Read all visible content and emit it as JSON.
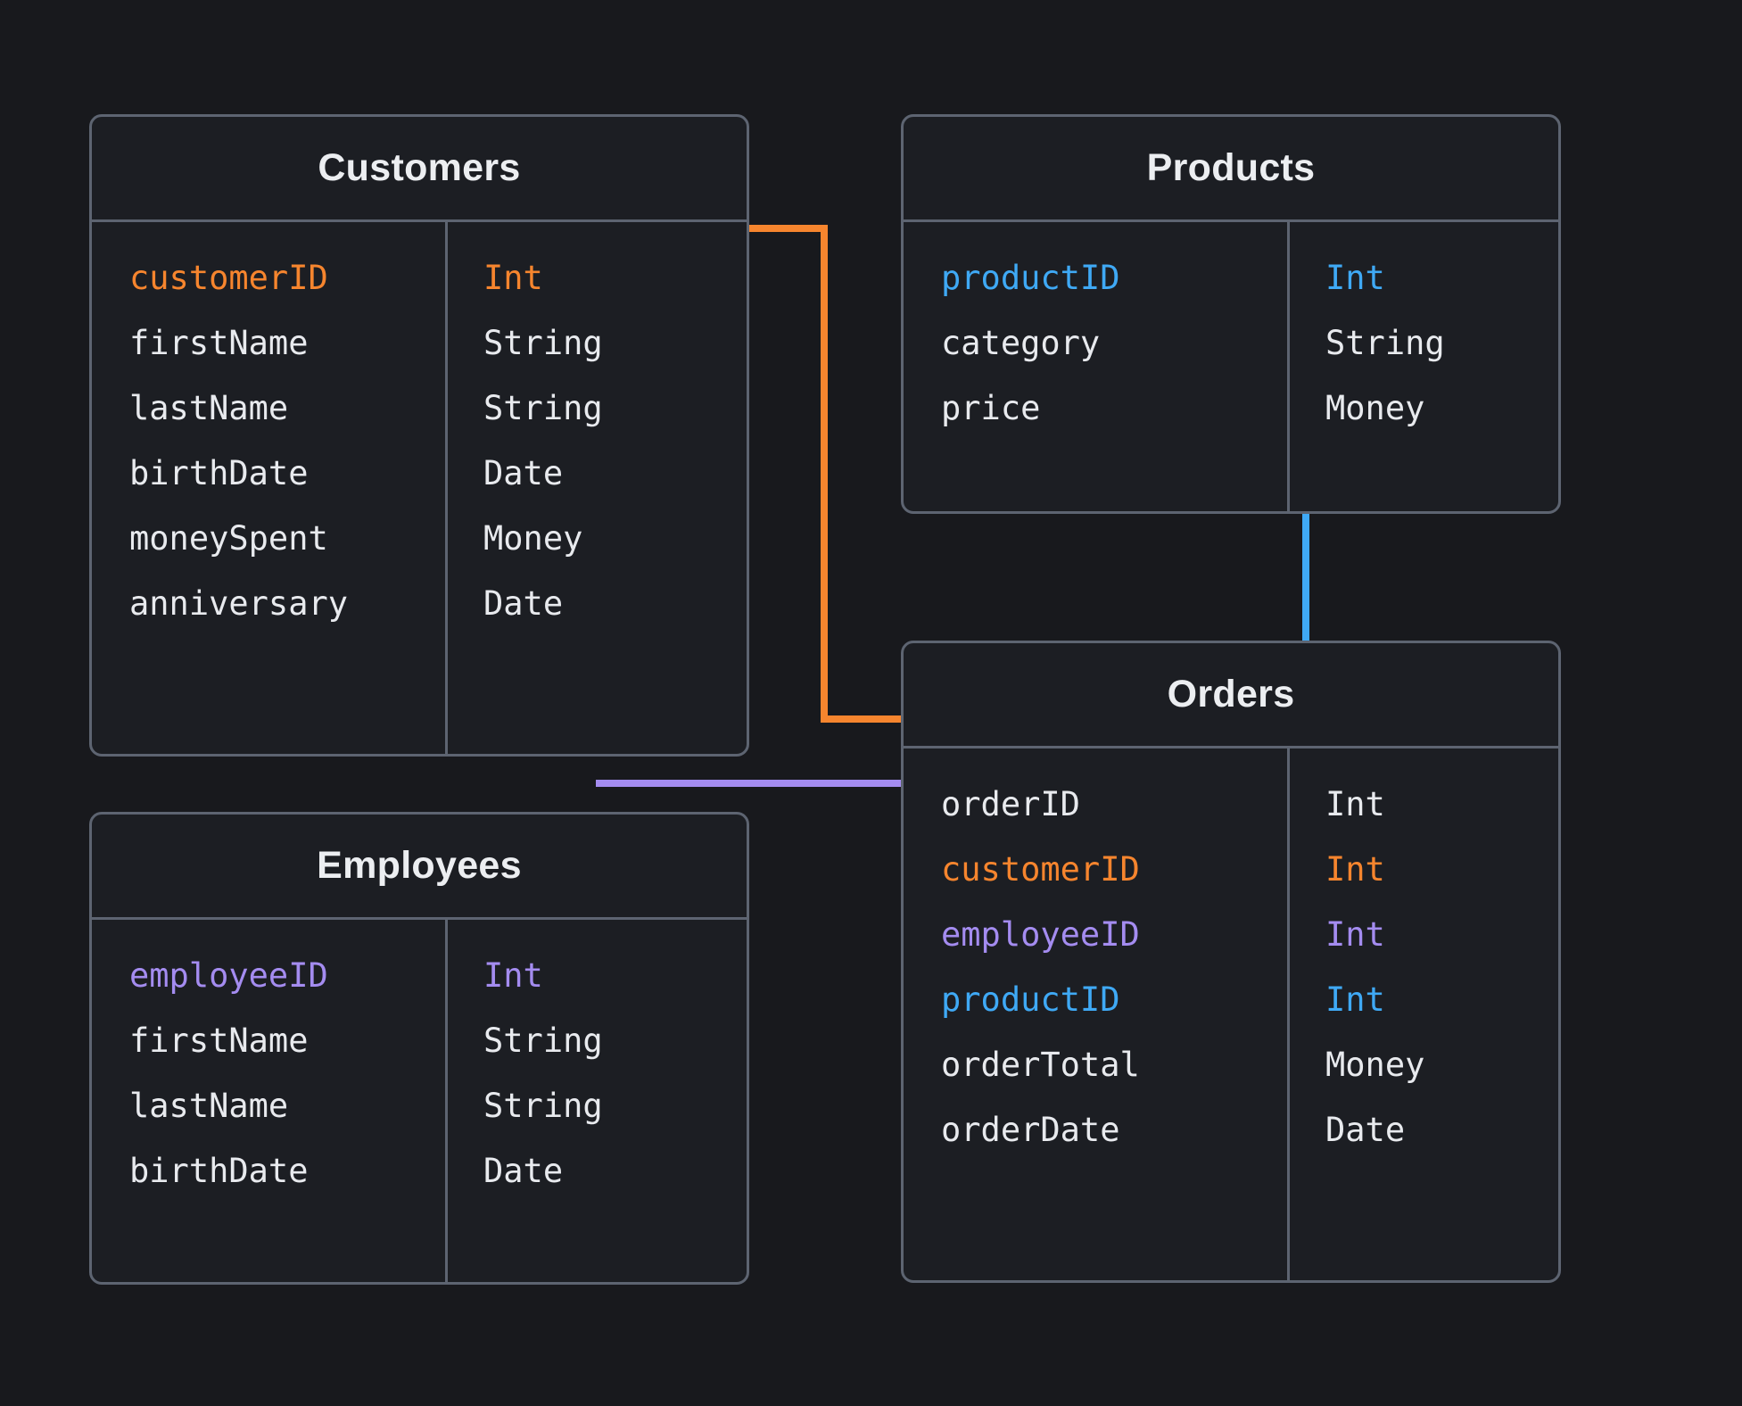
{
  "diagram": {
    "kind": "entity-relationship-diagram",
    "background_color": "#18191d",
    "border_color": "#5d6471",
    "text_color": "#e8eaee"
  },
  "key_colors": {
    "orange": "#f6852e",
    "blue": "#3fa9f5",
    "purple": "#a48cf0"
  },
  "entities": {
    "customers": {
      "title": "Customers",
      "fields": [
        {
          "name": "customerID",
          "type": "Int",
          "key": "orange"
        },
        {
          "name": "firstName",
          "type": "String",
          "key": "none"
        },
        {
          "name": "lastName",
          "type": "String",
          "key": "none"
        },
        {
          "name": "birthDate",
          "type": "Date",
          "key": "none"
        },
        {
          "name": "moneySpent",
          "type": "Money",
          "key": "none"
        },
        {
          "name": "anniversary",
          "type": "Date",
          "key": "none"
        }
      ]
    },
    "employees": {
      "title": "Employees",
      "fields": [
        {
          "name": "employeeID",
          "type": "Int",
          "key": "purple"
        },
        {
          "name": "firstName",
          "type": "String",
          "key": "none"
        },
        {
          "name": "lastName",
          "type": "String",
          "key": "none"
        },
        {
          "name": "birthDate",
          "type": "Date",
          "key": "none"
        }
      ]
    },
    "products": {
      "title": "Products",
      "fields": [
        {
          "name": "productID",
          "type": "Int",
          "key": "blue"
        },
        {
          "name": "category",
          "type": "String",
          "key": "none"
        },
        {
          "name": "price",
          "type": "Money",
          "key": "none"
        }
      ]
    },
    "orders": {
      "title": "Orders",
      "fields": [
        {
          "name": "orderID",
          "type": "Int",
          "key": "none"
        },
        {
          "name": "customerID",
          "type": "Int",
          "key": "orange"
        },
        {
          "name": "employeeID",
          "type": "Int",
          "key": "purple"
        },
        {
          "name": "productID",
          "type": "Int",
          "key": "blue"
        },
        {
          "name": "orderTotal",
          "type": "Money",
          "key": "none"
        },
        {
          "name": "orderDate",
          "type": "Date",
          "key": "none"
        }
      ]
    }
  },
  "relationships": [
    {
      "name": "customers-to-orders",
      "from": "Customers.customerID",
      "to": "Orders.customerID",
      "color": "orange"
    },
    {
      "name": "employees-to-orders",
      "from": "Employees.employeeID",
      "to": "Orders.employeeID",
      "color": "purple"
    },
    {
      "name": "products-to-orders",
      "from": "Products.productID",
      "to": "Orders.productID",
      "color": "blue"
    }
  ]
}
